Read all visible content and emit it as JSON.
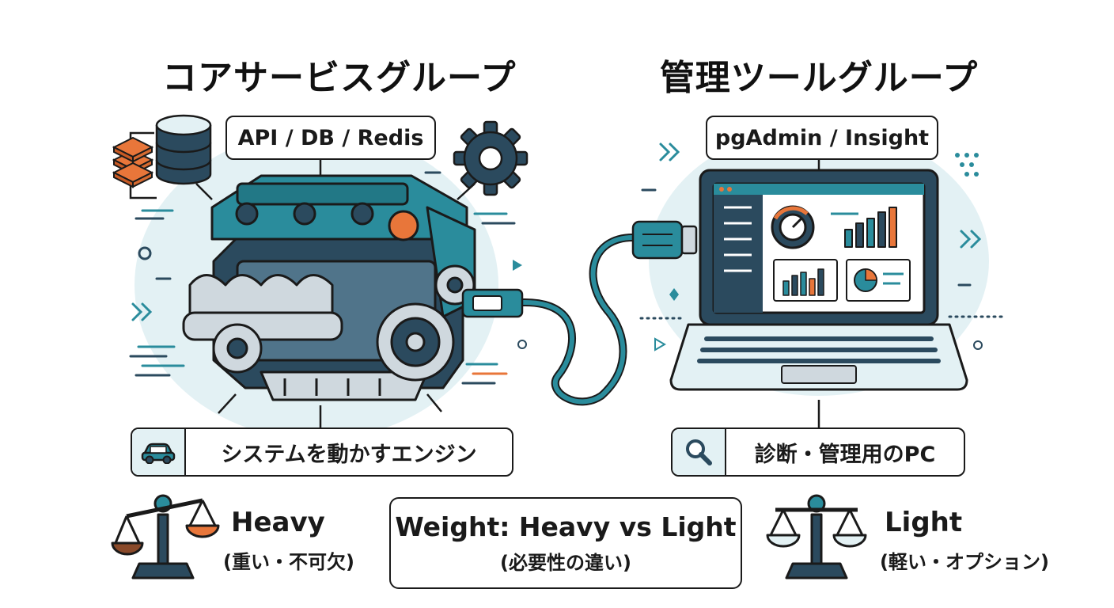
{
  "colors": {
    "teal": "#2a8c9c",
    "dark_navy": "#2b4a5e",
    "orange": "#e8763a",
    "light_blue": "#e3f1f4",
    "outline": "#1a1a1a"
  },
  "core_group": {
    "title": "コアサービスグループ",
    "tag": "API / DB / Redis",
    "label": "システムを動かすエンジン",
    "label_icon": "car-icon"
  },
  "admin_group": {
    "title": "管理ツールグループ",
    "tag": "pgAdmin / Insight",
    "label": "診断・管理用のPC",
    "label_icon": "magnifier-icon"
  },
  "weight": {
    "heavy_title": "Heavy",
    "heavy_sub": "(重い・不可欠)",
    "light_title": "Light",
    "light_sub": "(軽い・オプション)",
    "center_title": "Weight: Heavy vs Light",
    "center_sub": "(必要性の違い)"
  }
}
